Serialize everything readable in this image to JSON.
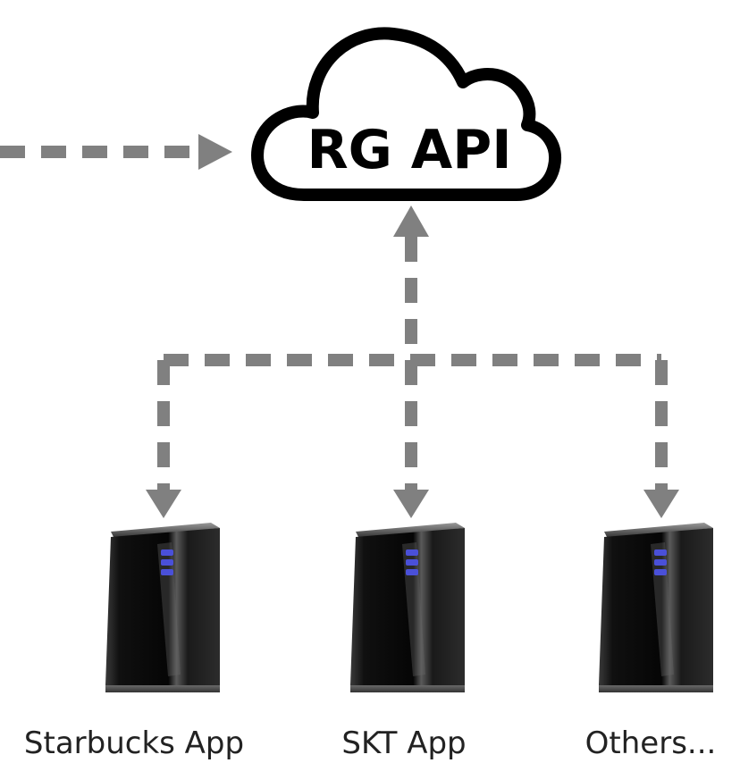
{
  "cloud": {
    "label": "RG API",
    "icon": "cloud-icon"
  },
  "servers": [
    {
      "label": "Starbucks App",
      "icon": "server-icon"
    },
    {
      "label": "SKT App",
      "icon": "server-icon"
    },
    {
      "label": "Others...",
      "icon": "server-icon"
    }
  ],
  "colors": {
    "arrow": "#808080",
    "cloud_stroke": "#000000",
    "server_body": "#151515",
    "server_led": "#4a50d8",
    "background": "#ffffff"
  }
}
